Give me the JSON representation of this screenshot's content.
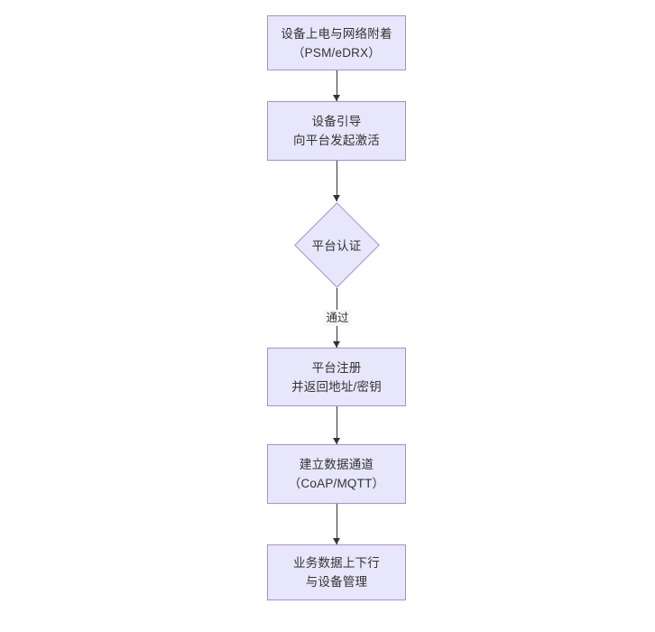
{
  "diagram": {
    "type": "flowchart",
    "orientation": "top-to-bottom",
    "title": "",
    "colors": {
      "node_fill": "#e8e6fa",
      "node_border": "#a98fd0",
      "text": "#333333",
      "connector": "#333333",
      "edge_label_bg": "#f7f7f7",
      "background": "#ffffff"
    },
    "nodes": [
      {
        "id": "n1",
        "shape": "rectangle",
        "line1": "设备上电与网络附着",
        "line2": "（PSM/eDRX）"
      },
      {
        "id": "n2",
        "shape": "rectangle",
        "line1": "设备引导",
        "line2": "向平台发起激活"
      },
      {
        "id": "n3",
        "shape": "diamond",
        "line1": "平台认证",
        "line2": ""
      },
      {
        "id": "n4",
        "shape": "rectangle",
        "line1": "平台注册",
        "line2": "并返回地址/密钥"
      },
      {
        "id": "n5",
        "shape": "rectangle",
        "line1": "建立数据通道",
        "line2": "（CoAP/MQTT）"
      },
      {
        "id": "n6",
        "shape": "rectangle",
        "line1": "业务数据上下行",
        "line2": "与设备管理"
      }
    ],
    "edges": [
      {
        "from": "n1",
        "to": "n2",
        "label": ""
      },
      {
        "from": "n2",
        "to": "n3",
        "label": ""
      },
      {
        "from": "n3",
        "to": "n4",
        "label": "通过"
      },
      {
        "from": "n4",
        "to": "n5",
        "label": ""
      },
      {
        "from": "n5",
        "to": "n6",
        "label": ""
      }
    ]
  }
}
